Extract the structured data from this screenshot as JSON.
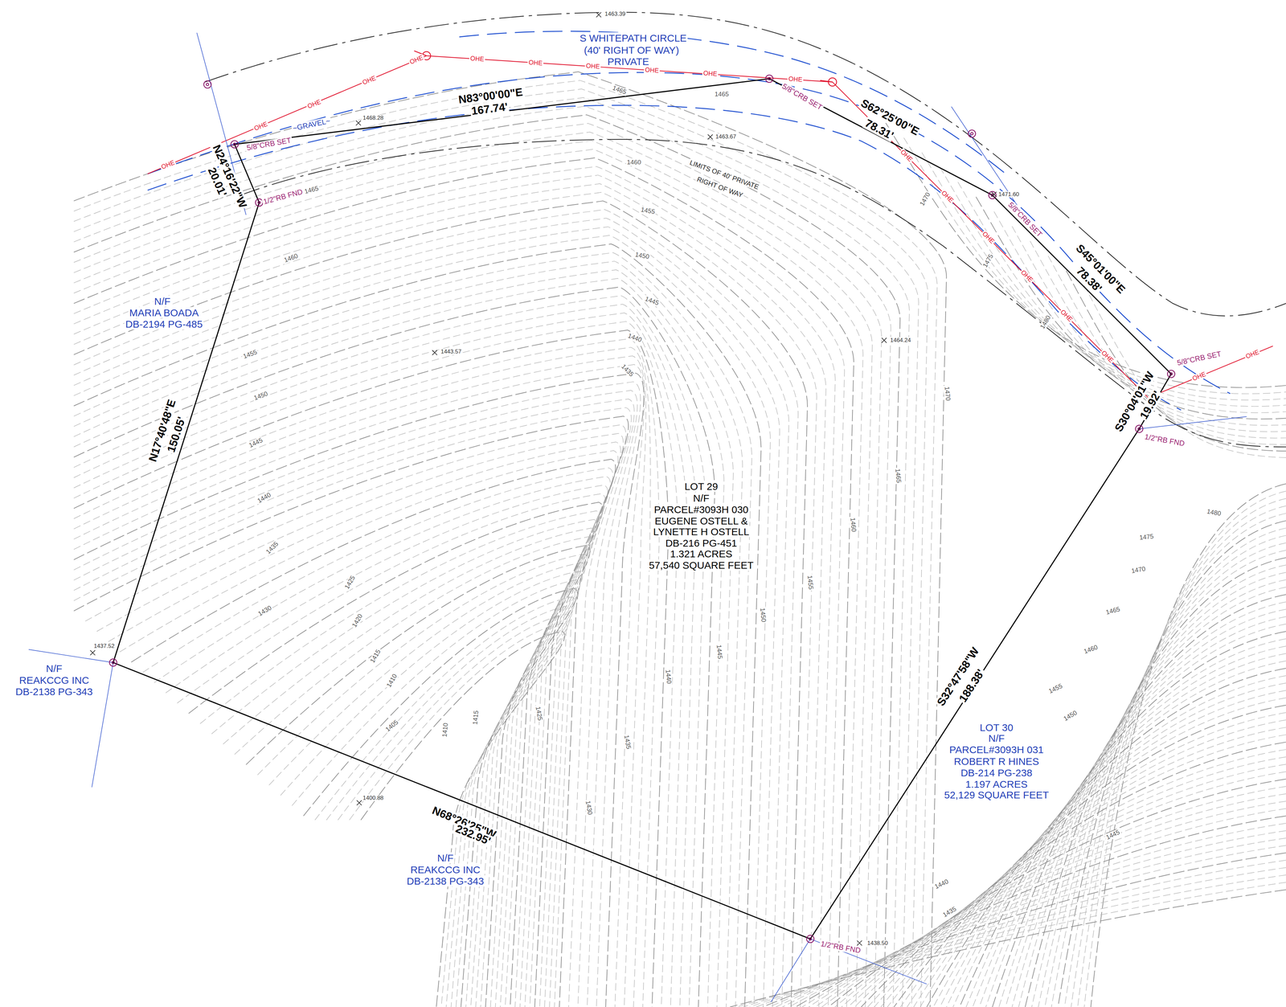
{
  "diagram": {
    "labels": [
      "S WHITEPATH CIRCLE",
      "(40' RIGHT OF WAY)",
      "PRIVATE",
      "~GRAVEL~",
      "LIMITS OF 40' PRIVATE",
      "RIGHT OF WAY",
      "N83°00'00\"E",
      "167.74'",
      "S62°25'00\"E",
      "78.31'",
      "S45°01'00\"E",
      "78.38'",
      "S30°04'01\"W",
      "19.92'",
      "S32°47'58\"W",
      "188.38'",
      "N68°26'25\"W",
      "232.95'",
      "N17°40'48\"E",
      "150.05'",
      "N24°16'22\"W",
      "20.01'",
      "5/8\"CRB SET",
      "5/8\"CRB SET",
      "5/8\"CRB SET",
      "5/8\"CRB SET",
      "1/2\"RB FND",
      "1/2\"RB FND",
      "1/2\"RB FND",
      "1463.39",
      "1468.28",
      "1463.67",
      "1471.60",
      "1443.57",
      "1464.24",
      "1437.52",
      "1400.88",
      "1438.50",
      "N/F",
      "MARIA BOADA",
      "DB-2194 PG-485",
      "N/F",
      "REAKCCG INC",
      "DB-2138 PG-343",
      "N/F",
      "REAKCCG INC",
      "DB-2138 PG-343",
      "LOT 29",
      "N/F",
      "PARCEL#3093H 030",
      "EUGENE OSTELL &",
      "LYNETTE H OSTELL",
      "DB-216 PG-451",
      "1.321 ACRES",
      "57,540 SQUARE FEET",
      "LOT 30",
      "N/F",
      "PARCEL#3093H 031",
      "ROBERT R HINES",
      "DB-214 PG-238",
      "1.197 ACRES",
      "52,129 SQUARE FEET",
      "OHE",
      "OHE",
      "OHE",
      "OHE",
      "OHE",
      "OHE",
      "OHE",
      "OHE",
      "OHE",
      "OHE",
      "OHE",
      "OHE",
      "OHE",
      "OHE",
      "OHE",
      "OHE",
      "OHE",
      "OHE",
      "OHE",
      "1465",
      "1465",
      "1460",
      "1465",
      "1455",
      "1450",
      "1460",
      "1445",
      "1440",
      "1455",
      "1435",
      "1450",
      "1445",
      "1440",
      "1435",
      "1425",
      "1430",
      "1420",
      "1415",
      "1410",
      "1405",
      "1410",
      "1415",
      "1425",
      "1430",
      "1435",
      "1440",
      "1445",
      "1450",
      "1455",
      "1460",
      "1465",
      "1470",
      "1470",
      "1475",
      "1480",
      "1480",
      "1475",
      "1470",
      "1465",
      "1460",
      "1455",
      "1450",
      "1445",
      "1440",
      "1435"
    ]
  }
}
